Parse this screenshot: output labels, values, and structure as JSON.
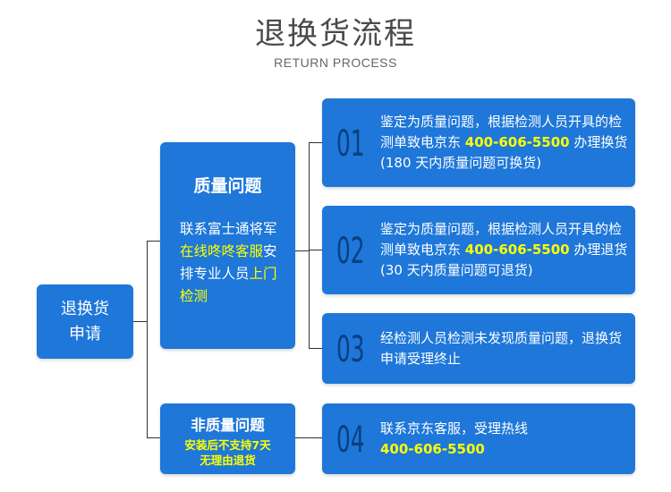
{
  "header": {
    "title": "退换货流程",
    "subtitle": "RETURN PROCESS"
  },
  "start": {
    "line1": "退换货",
    "line2": "申请"
  },
  "quality_issue": {
    "title": "质量问题",
    "desc_part1": "联系富士通将军",
    "desc_hl1": "在线咚咚客服",
    "desc_part2": "安排专业人员",
    "desc_hl2": "上门检测"
  },
  "non_quality_issue": {
    "title": "非质量问题",
    "note_line1": "安装后不支持7天",
    "note_line2": "无理由退货"
  },
  "steps": [
    {
      "number": "01",
      "text_before": "鉴定为质量问题，根据检测人员开具的检测单致电京东 ",
      "phone": "400-606-5500",
      "text_after": " 办理换货(180 天内质量问题可换货)"
    },
    {
      "number": "02",
      "text_before": "鉴定为质量问题，根据检测人员开具的检测单致电京东 ",
      "phone": "400-606-5500",
      "text_after": " 办理退货(30 天内质量问题可退货)"
    },
    {
      "number": "03",
      "text": "经检测人员检测未发现质量问题，退换货申请受理终止"
    },
    {
      "number": "04",
      "text": "联系京东客服，受理热线",
      "phone": "400-606-5500"
    }
  ],
  "colors": {
    "box_blue": "#1e77d9",
    "number_dark_blue": "#0a3f80",
    "highlight_yellow": "#ffff00",
    "title_gray": "#4a4a4a",
    "connector": "#333333"
  }
}
